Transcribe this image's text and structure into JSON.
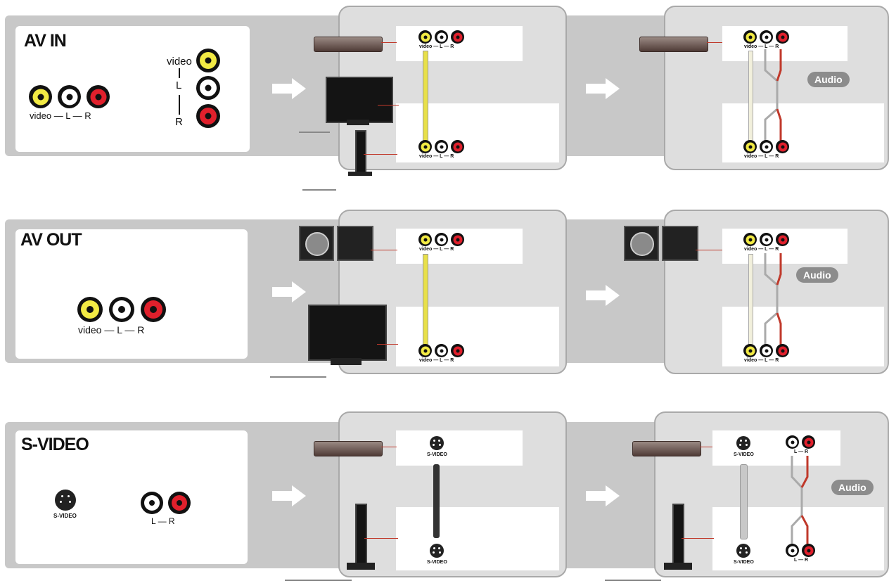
{
  "sections": [
    {
      "title": "AV IN",
      "labels": {
        "video": "video",
        "l": "L",
        "r": "R",
        "row_label": "video — L — R"
      },
      "audio_pill": "Audio"
    },
    {
      "title": "AV OUT",
      "labels": {
        "row_label": "video — L — R"
      },
      "audio_pill": "Audio"
    },
    {
      "title": "S-VIDEO",
      "labels": {
        "svideo": "S-VIDEO",
        "lr": "L — R"
      },
      "audio_pill": "Audio"
    }
  ],
  "small_labels": {
    "video_lr": "video — L — R",
    "svideo": "S-VIDEO",
    "lr": "L — R"
  },
  "colors": {
    "band": "#c8c8c8",
    "panel": "#dedede",
    "jack_yellow": "#f2ea44",
    "jack_white": "#ffffff",
    "jack_red": "#e0202c",
    "connector_line": "#c0392b",
    "audio_pill": "#8c8c8c"
  }
}
